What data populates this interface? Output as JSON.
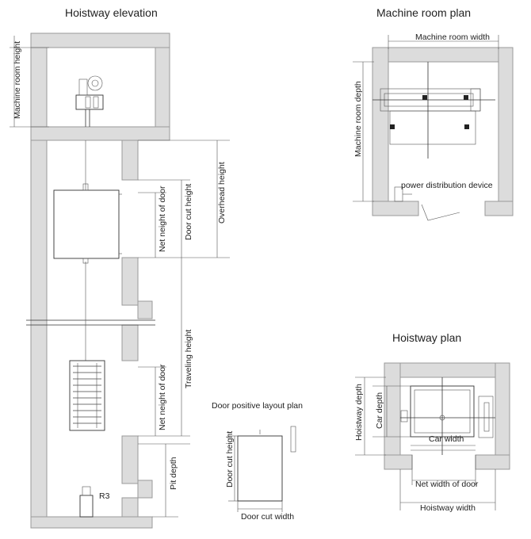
{
  "titles": {
    "hoistway_elevation": "Hoistway elevation",
    "machine_room_plan": "Machine room plan",
    "hoistway_plan": "Hoistway plan",
    "door_positive_layout_plan": "Door  positive layout plan"
  },
  "elevation_labels": {
    "machine_room_height": "Machine room height",
    "net_height_of_door_upper": "Net neight of door",
    "door_cut_height": "Door cut height",
    "overhead_height": "Overhead height",
    "traveling_height": "Traveling height",
    "net_height_of_door_lower": "Net neight of door",
    "pit_depth": "Pit depth",
    "r3": "R3"
  },
  "machine_room_labels": {
    "machine_room_width": "Machine room width",
    "machine_room_depth": "Machine room depth",
    "power_distribution_device": "power distribution device"
  },
  "hoistway_plan_labels": {
    "hoistway_depth": "Hoistway depth",
    "car_depth": "Car depth",
    "car_width": "Car width",
    "net_width_of_door": "Net width of door",
    "hoistway_width": "Hoistway width"
  },
  "door_layout_labels": {
    "door_cut_height": "Door cut height",
    "door_cut_width": "Door cut width"
  }
}
